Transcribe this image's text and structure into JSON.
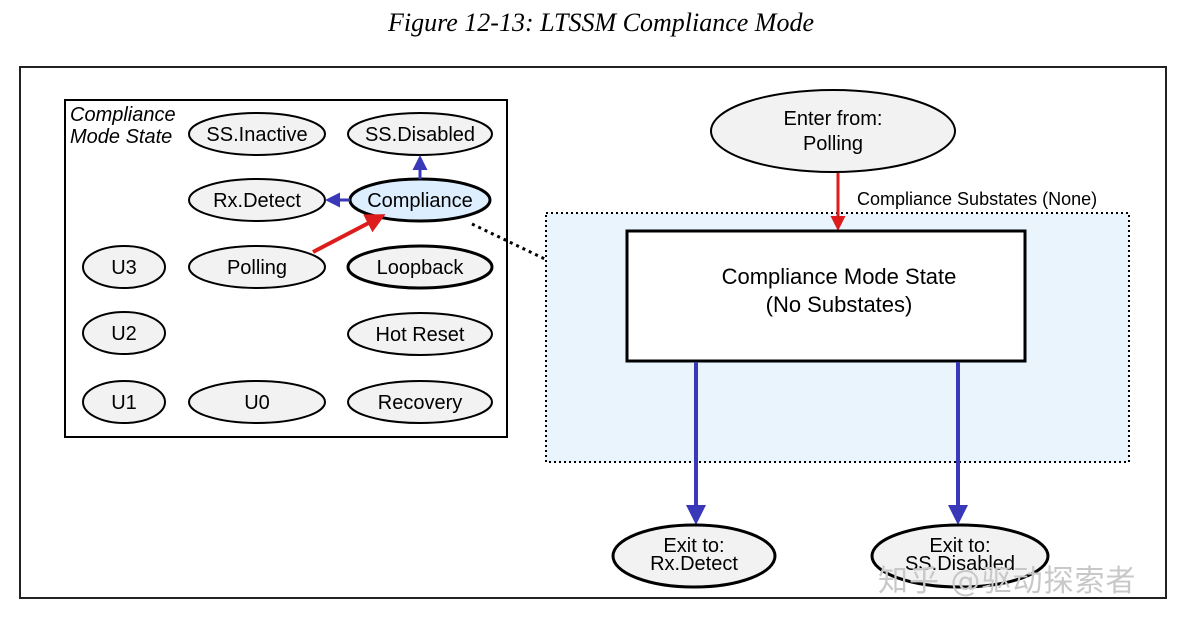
{
  "figure_caption": "Figure 12-13: LTSSM Compliance Mode",
  "overview": {
    "title_line1": "Compliance",
    "title_line2": "Mode State",
    "states": {
      "ss_inactive": "SS.Inactive",
      "ss_disabled": "SS.Disabled",
      "rx_detect": "Rx.Detect",
      "compliance": "Compliance",
      "u3": "U3",
      "polling": "Polling",
      "loopback": "Loopback",
      "u2": "U2",
      "hot_reset": "Hot Reset",
      "u1": "U1",
      "u0": "U0",
      "recovery": "Recovery"
    },
    "highlighted_state": "Compliance"
  },
  "detail": {
    "entry_line1": "Enter from:",
    "entry_line2": "Polling",
    "substates_label": "Compliance Substates (None)",
    "main_state_line1": "Compliance Mode State",
    "main_state_line2": "(No Substates)",
    "exit1_line1": "Exit to:",
    "exit1_line2": "Rx.Detect",
    "exit2_line1": "Exit to:",
    "exit2_line2": "SS.Disabled"
  },
  "watermark": "知乎 @驱动探索者",
  "colors": {
    "highlight_fill": "#ddeeff",
    "substate_fill": "#eaf4fc",
    "entry_arrow": "#dd1c1c",
    "exit_arrow": "#3838b8",
    "ellipse_fill": "#f2f2f2"
  }
}
